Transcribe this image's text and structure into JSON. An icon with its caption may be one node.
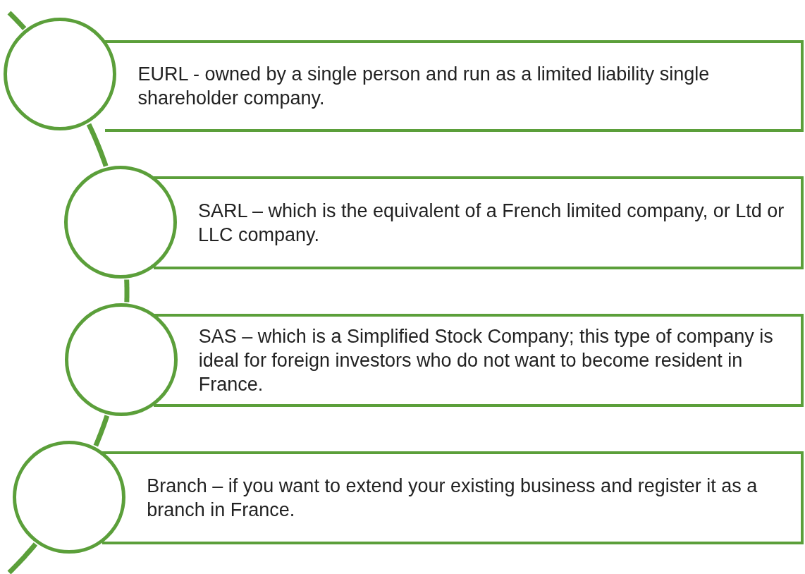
{
  "diagram": {
    "nodes": [
      {
        "text": [],
        "shape": "circle"
      },
      {
        "text": [
          "EURL - owned by a single person and run as a limited liability single shareholder company."
        ]
      },
      {
        "text": [],
        "shape": "circle"
      },
      {
        "text": [
          "SARL – which is the equivalent of a French limited company, or Ltd or LLC company."
        ]
      },
      {
        "text": [],
        "shape": "circle"
      },
      {
        "text": [
          "SAS – which is a Simplified Stock Company; this type of company is ideal for foreign investors who do not want to become resident in France."
        ]
      },
      {
        "text": [],
        "shape": "circle"
      },
      {
        "text": [
          "Branch – if you want to extend your existing business and register it as a branch in France."
        ]
      }
    ],
    "edges": [
      {
        "from": null,
        "to": 0,
        "arrow": "none"
      },
      {
        "from": 0,
        "to": 2,
        "arrow": "none"
      },
      {
        "from": 2,
        "to": 4,
        "arrow": "none"
      },
      {
        "from": 4,
        "to": 6,
        "arrow": "none"
      },
      {
        "from": 6,
        "to": null,
        "arrow": "none"
      }
    ]
  }
}
